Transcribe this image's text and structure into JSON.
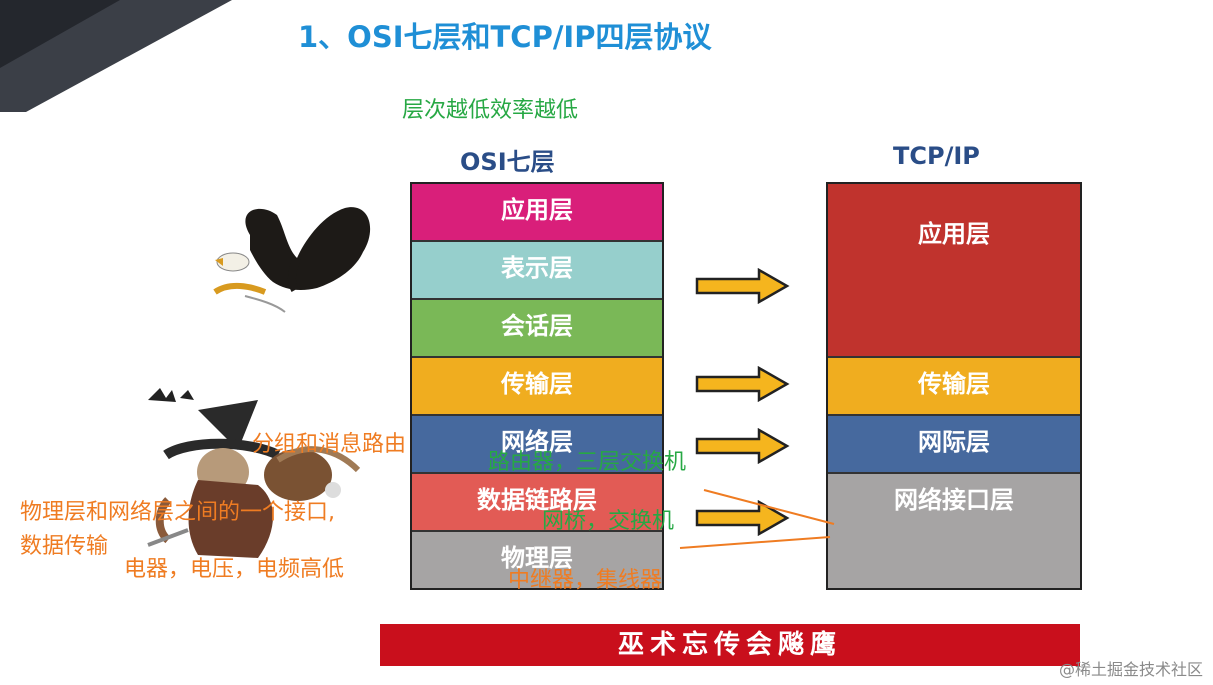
{
  "title": "1、OSI七层和TCP/IP四层协议",
  "note_top": "层次越低效率越低",
  "osi": {
    "header": "OSI七层",
    "layers": [
      {
        "label": "应用层",
        "color": "#d91f7a"
      },
      {
        "label": "表示层",
        "color": "#96cfcc"
      },
      {
        "label": "会话层",
        "color": "#7ab857"
      },
      {
        "label": "传输层",
        "color": "#f0ad1f"
      },
      {
        "label": "网络层",
        "color": "#46699e"
      },
      {
        "label": "数据链路层",
        "color": "#e25b55"
      },
      {
        "label": "物理层",
        "color": "#a6a4a4"
      }
    ]
  },
  "tcpip": {
    "header": "TCP/IP",
    "layers": [
      {
        "label": "应用层",
        "color": "#c0332d"
      },
      {
        "label": "传输层",
        "color": "#f0ad1f"
      },
      {
        "label": "网际层",
        "color": "#46699e"
      },
      {
        "label": "网络接口层",
        "color": "#a6a4a4"
      }
    ]
  },
  "annotations": {
    "packet_routing": "分组和消息路由",
    "routers": "路由器，三层交换机",
    "interface_line1": "物理层和网络层之间的一个接口,",
    "interface_line2": "数据传输",
    "bridges": "网桥，交换机",
    "electrical": "电器，电压，电频高低",
    "repeaters": "中继器，集线器"
  },
  "bottom_banner": "巫术忘传会飚鹰",
  "watermark": "@稀土掘金技术社区",
  "colors": {
    "title": "#1f8fd6",
    "note_green": "#27a844",
    "note_orange": "#ef7c22",
    "banner": "#c90f1c"
  }
}
